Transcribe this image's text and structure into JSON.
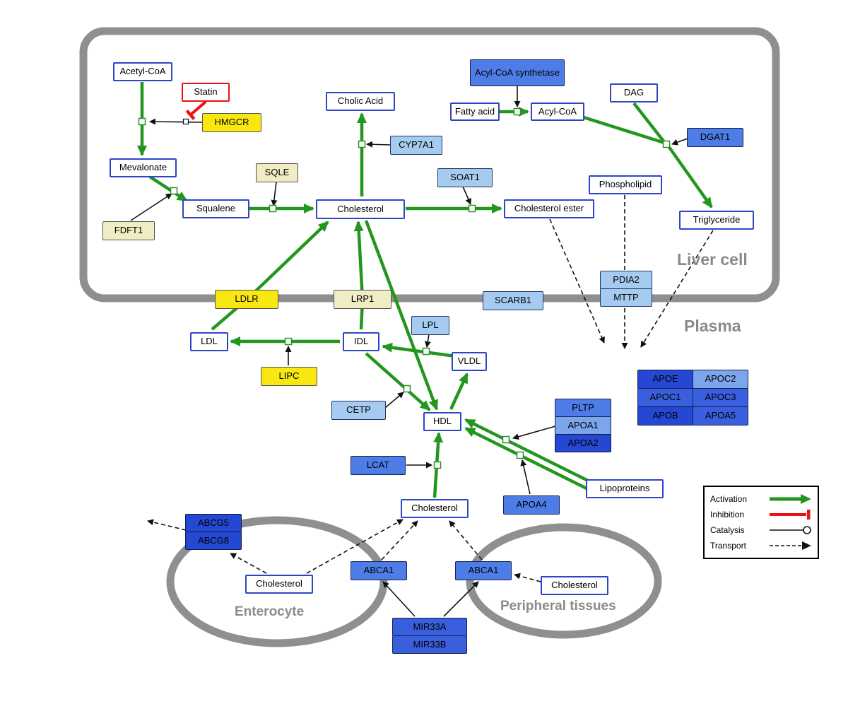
{
  "compartments": {
    "liver": "Liver cell",
    "plasma": "Plasma",
    "enterocyte": "Enterocyte",
    "peripheral": "Peripheral tissues"
  },
  "nodes": {
    "acetyl_coa": "Acetyl-CoA",
    "statin": "Statin",
    "hmgcr": "HMGCR",
    "mevalonate": "Mevalonate",
    "fdft1": "FDFT1",
    "squalene": "Squalene",
    "sqle": "SQLE",
    "cholesterol_liver": "Cholesterol",
    "cholic_acid": "Cholic Acid",
    "cyp7a1": "CYP7A1",
    "soat1": "SOAT1",
    "cholesterol_ester": "Cholesterol ester",
    "acyl_coa_synthetase": "Acyl-CoA synthetase",
    "fatty_acid": "Fatty acid",
    "acyl_coa": "Acyl-CoA",
    "dag": "DAG",
    "dgat1": "DGAT1",
    "phospholipid": "Phospholipid",
    "triglyceride": "Triglyceride",
    "pdia2": "PDIA2",
    "mttp": "MTTP",
    "ldlr": "LDLR",
    "lrp1": "LRP1",
    "scarb1": "SCARB1",
    "ldl": "LDL",
    "idl": "IDL",
    "lpl": "LPL",
    "vldl": "VLDL",
    "lipc": "LIPC",
    "cetp": "CETP",
    "hdl": "HDL",
    "pltp": "PLTP",
    "apoa1": "APOA1",
    "apoa2": "APOA2",
    "apoe": "APOE",
    "apoc2": "APOC2",
    "apoc1": "APOC1",
    "apoc3": "APOC3",
    "apob": "APOB",
    "apoa5": "APOA5",
    "lcat": "LCAT",
    "apoa4": "APOA4",
    "lipoproteins": "Lipoproteins",
    "cholesterol_plasma": "Cholesterol",
    "abcg5": "ABCG5",
    "abcg8": "ABCG8",
    "cholesterol_enterocyte": "Cholesterol",
    "abca1_left": "ABCA1",
    "abca1_right": "ABCA1",
    "cholesterol_peripheral": "Cholesterol",
    "mir33a": "MIR33A",
    "mir33b": "MIR33B"
  },
  "legend": {
    "activation": "Activation",
    "inhibition": "Inhibition",
    "catalysis": "Catalysis",
    "transport": "Transport"
  },
  "colors": {
    "activation_green": "#23961e",
    "inhibition_red": "#ee1111",
    "membrane_gray": "#8f8f8f",
    "node_border_blue": "#2d46c8",
    "highlight_yellow": "#f8e711"
  }
}
